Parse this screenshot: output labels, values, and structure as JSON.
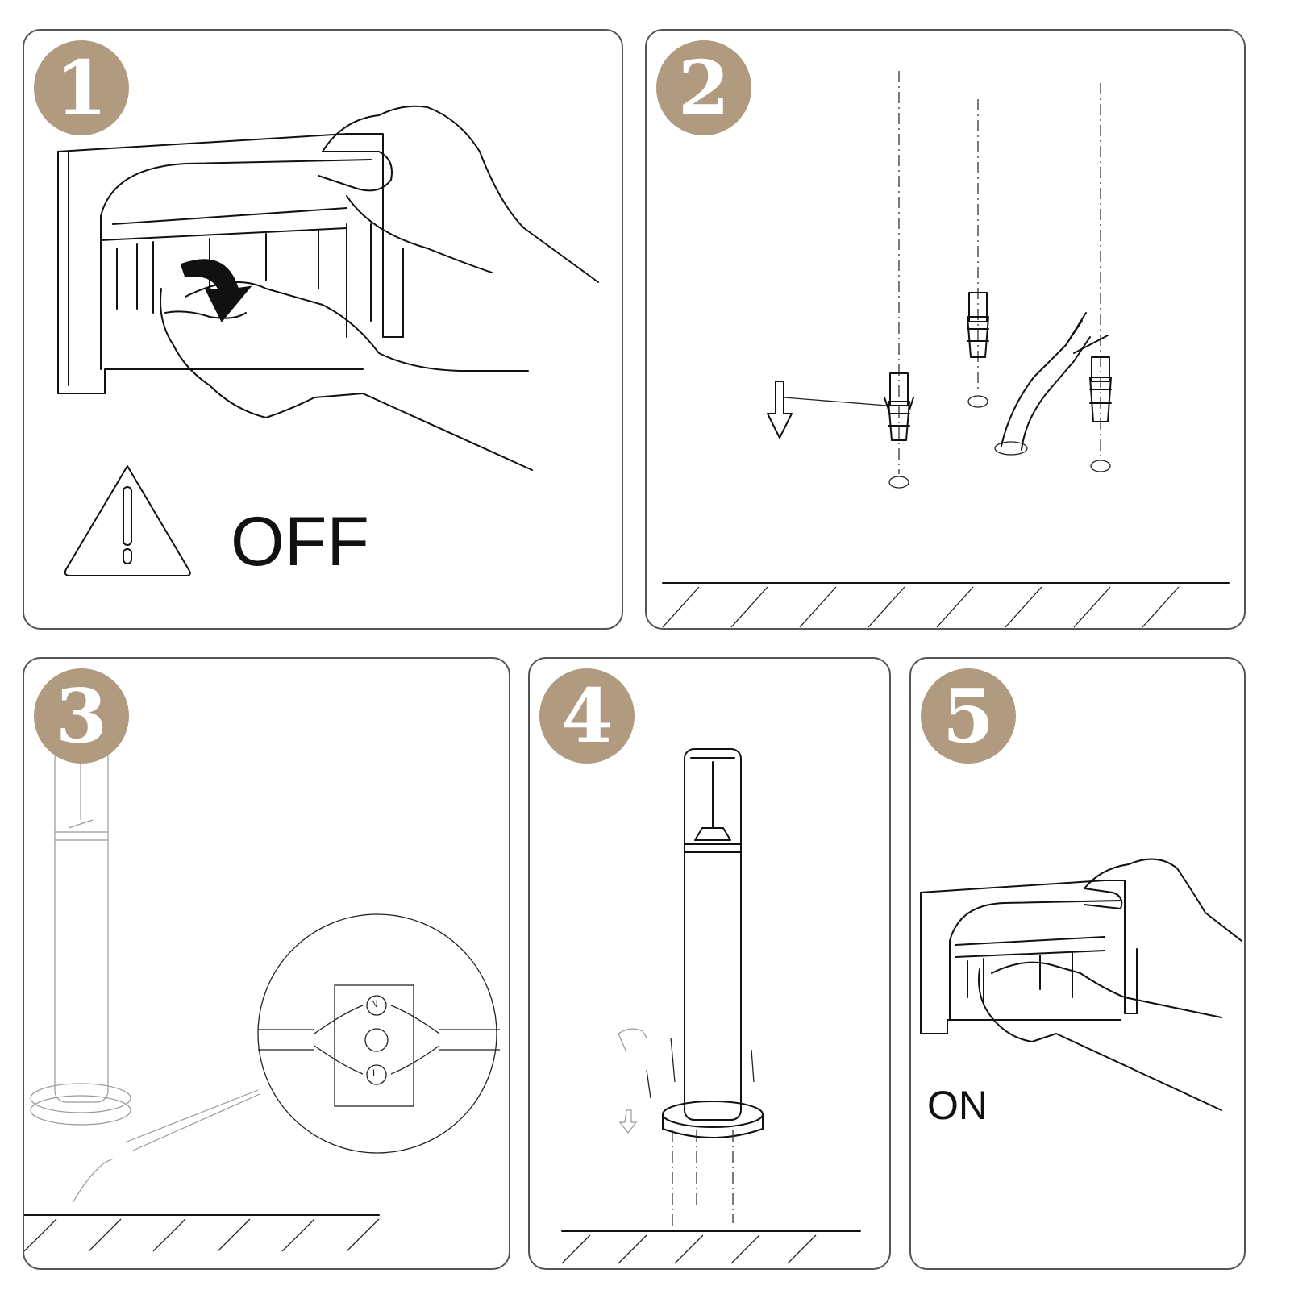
{
  "steps": [
    {
      "number": "1",
      "label": "OFF"
    },
    {
      "number": "2",
      "label": ""
    },
    {
      "number": "3",
      "label": ""
    },
    {
      "number": "4",
      "label": ""
    },
    {
      "number": "5",
      "label": "ON"
    }
  ],
  "wiring": {
    "terminal_n": "N",
    "terminal_l": "L"
  },
  "colors": {
    "badge": "#b09a80",
    "line": "#111111",
    "border": "#555555"
  }
}
